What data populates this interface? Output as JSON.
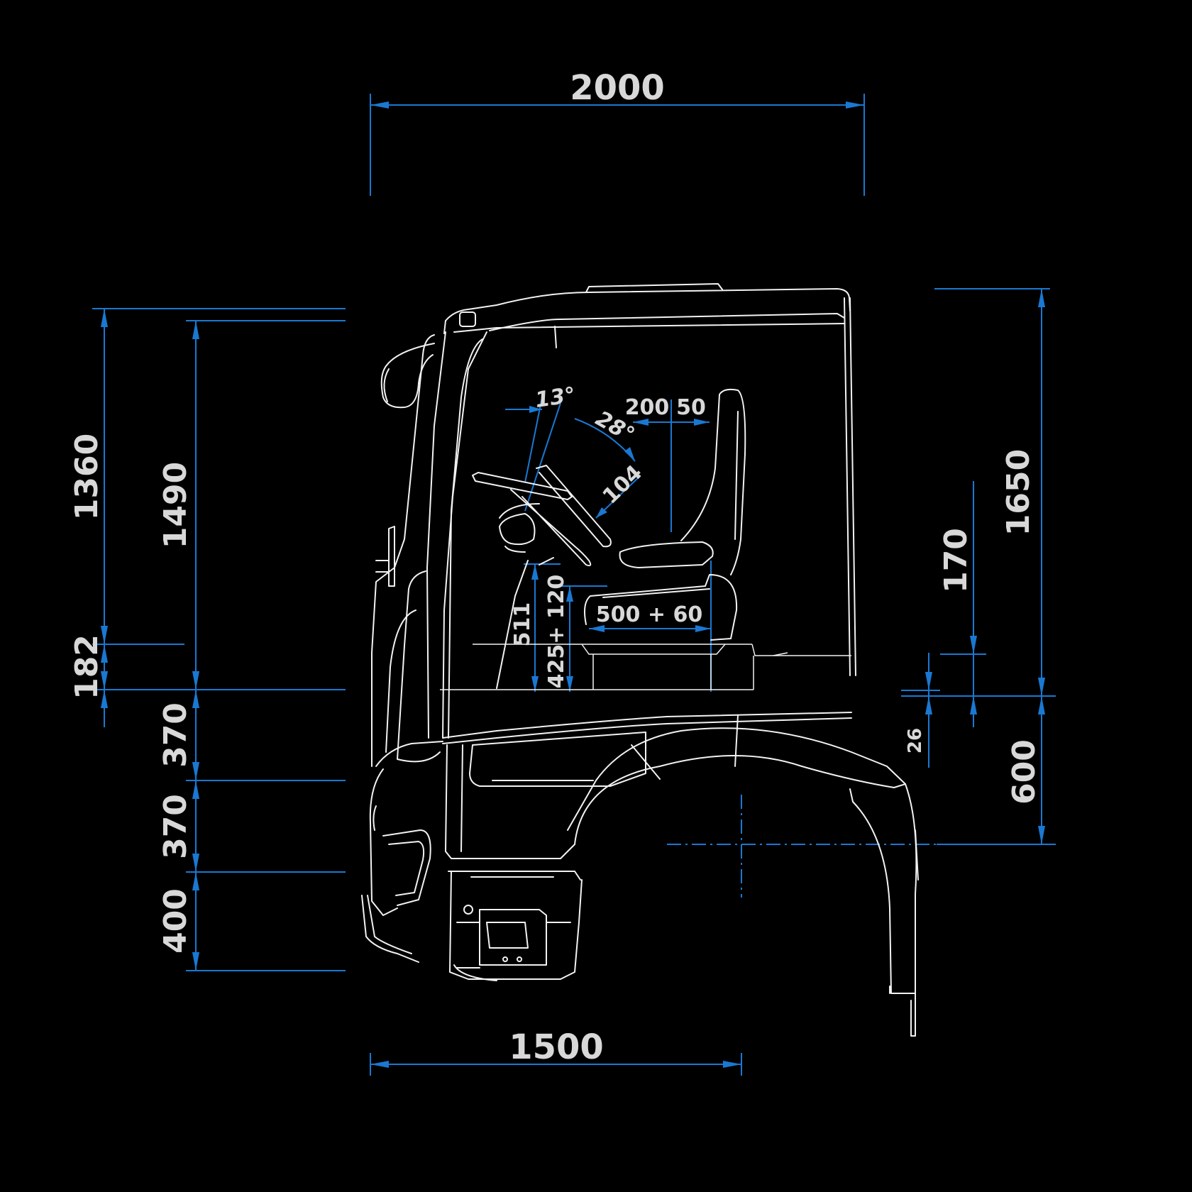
{
  "colors": {
    "background": "#000000",
    "dimension_line": "#1a78d2",
    "drawing": "#f2f2f2",
    "text": "#d8d8d8"
  },
  "dimensions": {
    "top_width": "2000",
    "bottom_width": "1500",
    "left_total": "1360",
    "left_step": "182",
    "height_interior": "1490",
    "step_upper": "370",
    "step_middle": "370",
    "step_lower": "400",
    "right_total": "1650",
    "right_roof": "170",
    "right_floor": "26",
    "right_axle": "600"
  },
  "interior": {
    "wheel_tilt": "13°",
    "wheel_adjust": "28°",
    "wheel_offset": "104",
    "seat_fore": "200",
    "seat_aft": "50",
    "seat_travel": "500 + 60",
    "seat_height": "425+ 120",
    "pedal_height": "511"
  }
}
